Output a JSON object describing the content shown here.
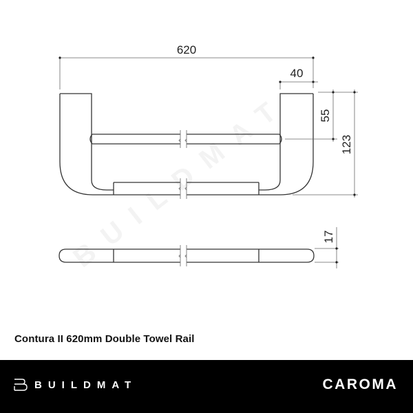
{
  "drawing": {
    "dimensions": {
      "overall_width": "620",
      "bracket_depth": "40",
      "rail_offset": "55",
      "overall_height": "123",
      "rail_diameter": "17"
    },
    "watermark": "BUILDMAT",
    "line_color": "#333333",
    "dim_color": "#555555"
  },
  "product": {
    "title": "Contura II 620mm Double Towel Rail"
  },
  "footer": {
    "background": "#000000",
    "left_brand": "BUILDMAT",
    "right_brand": "CAROMA"
  }
}
